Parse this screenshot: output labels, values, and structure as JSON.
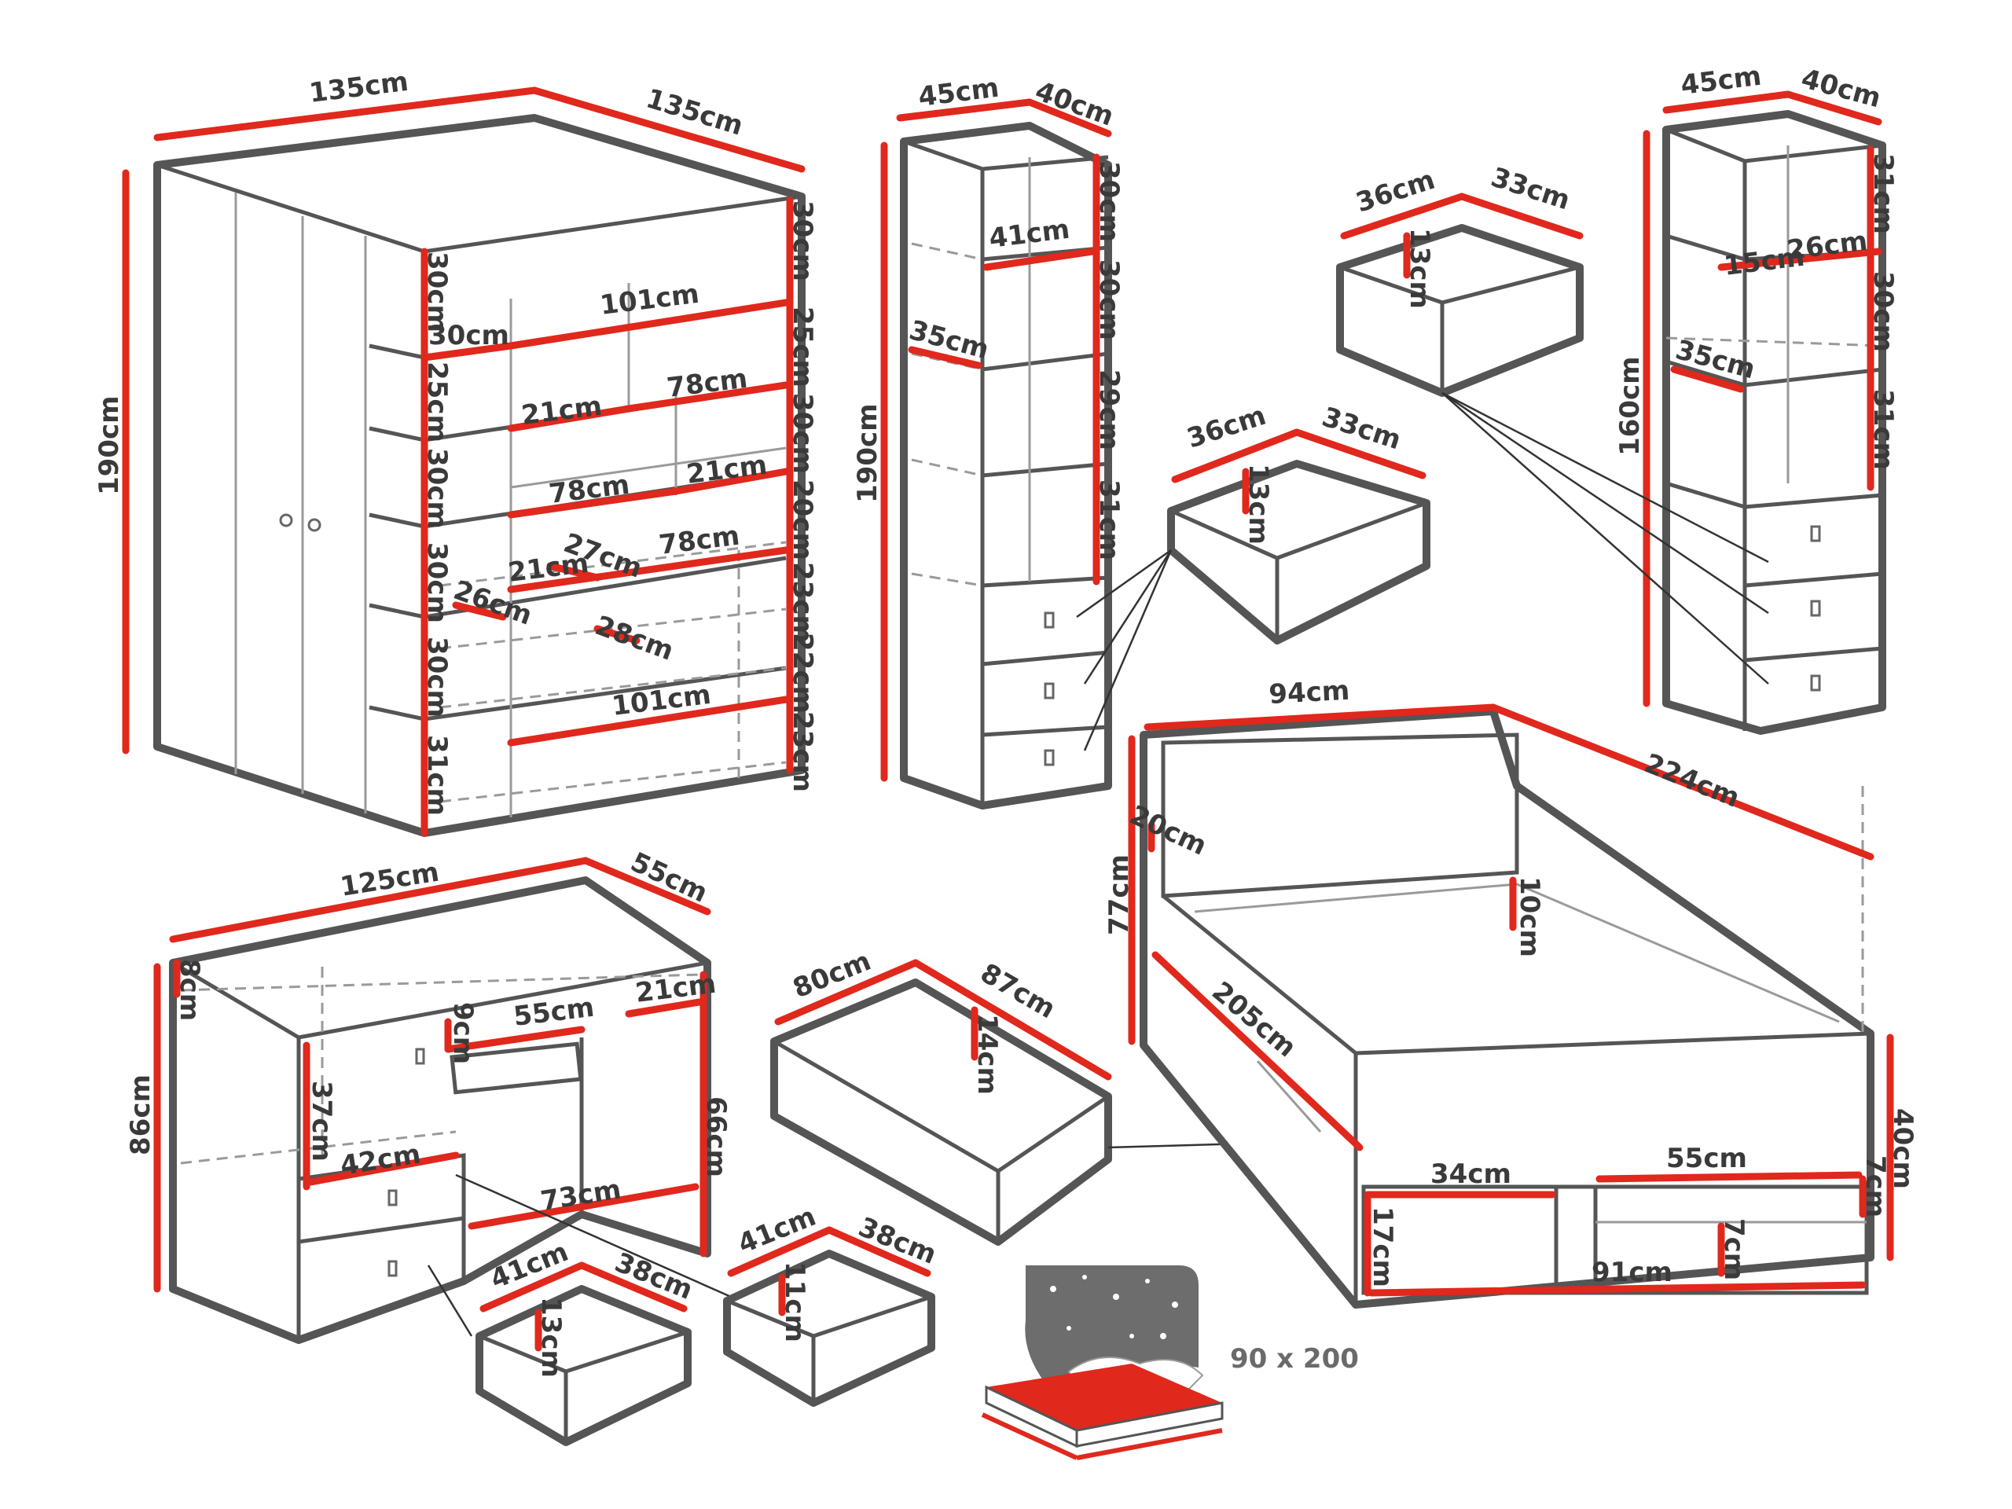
{
  "colors": {
    "dimension": "#e0281d",
    "outline": "#555555",
    "text": "#3a3a3a",
    "night": "#6d6d6d"
  },
  "wardrobe": {
    "width_front": "135cm",
    "width_side": "135cm",
    "height": "190cm",
    "shelf_heights_left": [
      "30cm",
      "30cm",
      "25cm",
      "30cm",
      "30cm",
      "30cm",
      "31cm"
    ],
    "shelf_heights_right": [
      "30cm",
      "25cm",
      "30cm",
      "20cm",
      "23cm",
      "22cm",
      "23cm"
    ],
    "widths": [
      "101cm",
      "21cm",
      "78cm",
      "78cm",
      "21cm",
      "21cm",
      "78cm",
      "101cm"
    ],
    "depths": [
      "27cm",
      "26cm",
      "28cm"
    ]
  },
  "tall_shelf": {
    "width": "45cm",
    "depth": "40cm",
    "height": "190cm",
    "inner_width": "41cm",
    "inner_depth": "35cm",
    "compartments": [
      "30cm",
      "30cm",
      "29cm",
      "31cm"
    ]
  },
  "drawer_small_top": {
    "width": "36cm",
    "depth": "33cm",
    "height": "13cm"
  },
  "drawer_small_mid": {
    "width": "36cm",
    "depth": "33cm",
    "height": "13cm"
  },
  "short_shelf": {
    "width": "45cm",
    "depth": "40cm",
    "height": "160cm",
    "inner_width": "26cm",
    "inner_depth": "15cm",
    "shelf_depth": "35cm",
    "compartments": [
      "31cm",
      "30cm",
      "31cm"
    ]
  },
  "desk": {
    "width": "125cm",
    "depth": "55cm",
    "height": "86cm",
    "leg_height": "66cm",
    "top_rail": "8cm",
    "shelf_width": "55cm",
    "shelf_height": "9cm",
    "side_width": "21cm",
    "cabinet_height": "37cm",
    "cabinet_width": "42cm",
    "knee_width": "73cm"
  },
  "drawer_desk_a": {
    "width": "41cm",
    "depth": "38cm",
    "height": "13cm"
  },
  "drawer_desk_b": {
    "width": "41cm",
    "depth": "38cm",
    "height": "11cm"
  },
  "drawer_bed": {
    "width": "80cm",
    "depth": "87cm",
    "height": "14cm"
  },
  "bed": {
    "width": "94cm",
    "length": "224cm",
    "headboard_height": "77cm",
    "headboard_top": "20cm",
    "frame_height": "40cm",
    "inner_length": "205cm",
    "rail": "10cm",
    "compartment_width_a": "34cm",
    "compartment_width_b": "55cm",
    "compartment_height": "17cm",
    "base_width": "91cm",
    "shelf_a": "7cm",
    "shelf_b": "7cm"
  },
  "mattress": {
    "size": "90 x 200"
  }
}
